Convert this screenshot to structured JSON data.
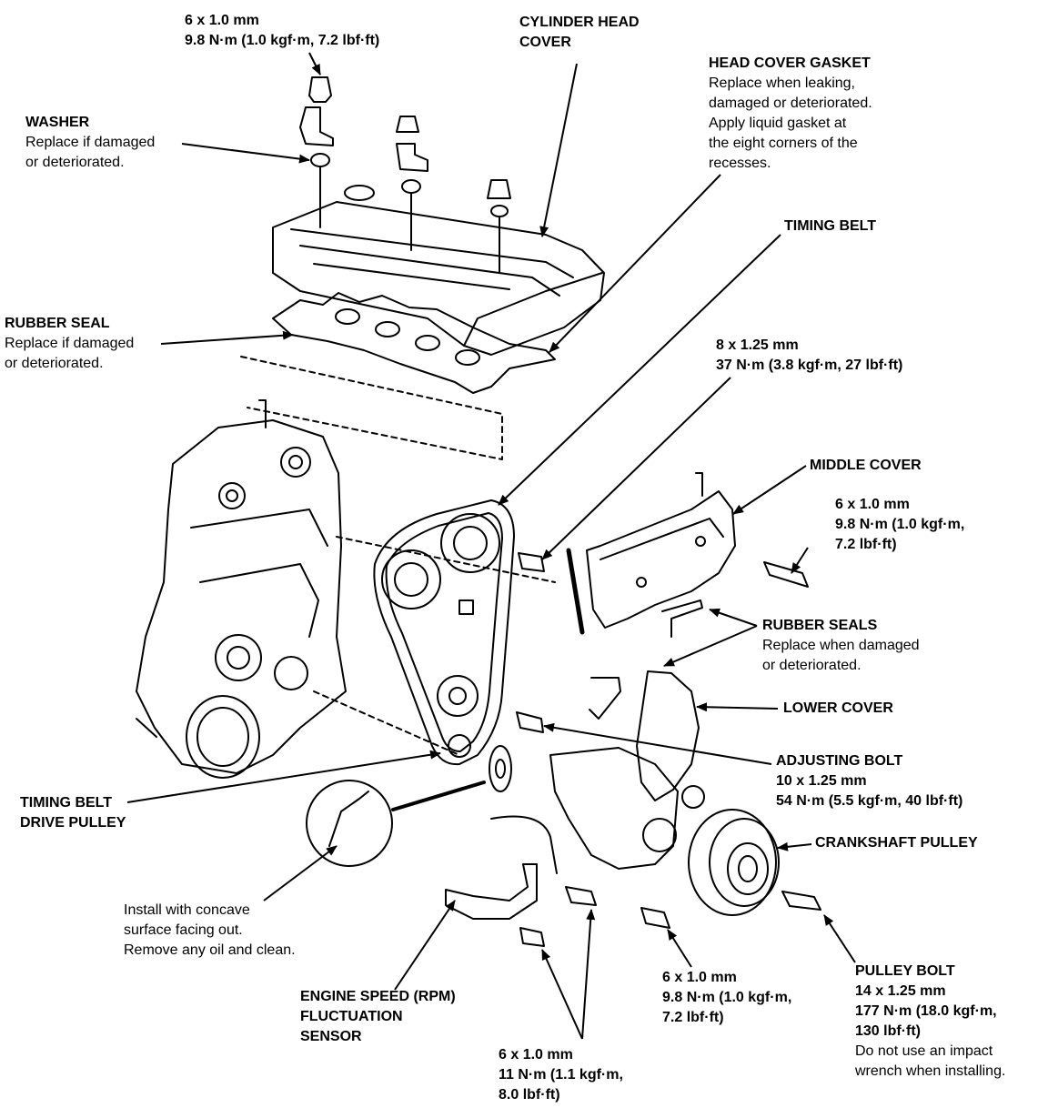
{
  "callouts": {
    "top_bolt": {
      "lines": [
        "6 x 1.0 mm",
        "9.8 N·m (1.0 kgf·m, 7.2 lbf·ft)"
      ]
    },
    "cylinder_head_cover": {
      "lines": [
        "CYLINDER HEAD",
        "COVER"
      ]
    },
    "head_cover_gasket": {
      "title": "HEAD COVER GASKET",
      "notes": [
        "Replace when leaking,",
        "damaged or deteriorated.",
        "Apply liquid gasket at",
        "the eight corners of the",
        "recesses."
      ]
    },
    "washer": {
      "title": "WASHER",
      "notes": [
        "Replace if damaged",
        "or deteriorated."
      ]
    },
    "timing_belt": {
      "title": "TIMING BELT"
    },
    "rubber_seal": {
      "title": "RUBBER SEAL",
      "notes": [
        "Replace if damaged",
        "or deteriorated."
      ]
    },
    "cam_bolt": {
      "lines": [
        "8 x 1.25 mm",
        "37 N·m (3.8 kgf·m, 27 lbf·ft)"
      ]
    },
    "middle_cover": {
      "title": "MIDDLE COVER"
    },
    "middle_bolt": {
      "lines": [
        "6 x 1.0 mm",
        "9.8 N·m (1.0 kgf·m,",
        "7.2 lbf·ft)"
      ]
    },
    "rubber_seals": {
      "title": "RUBBER SEALS",
      "notes": [
        "Replace when damaged",
        "or deteriorated."
      ]
    },
    "lower_cover": {
      "title": "LOWER COVER"
    },
    "adjusting_bolt": {
      "lines": [
        "ADJUSTING BOLT",
        "10 x 1.25 mm",
        "54 N·m (5.5 kgf·m, 40 lbf·ft)"
      ]
    },
    "drive_pulley": {
      "lines": [
        "TIMING BELT",
        "DRIVE PULLEY"
      ]
    },
    "crankshaft_pulley": {
      "title": "CRANKSHAFT PULLEY"
    },
    "install_note": {
      "notes": [
        "Install with concave",
        "surface facing out.",
        "Remove any oil and clean."
      ]
    },
    "rpm_sensor": {
      "lines": [
        "ENGINE SPEED (RPM)",
        "FLUCTUATION",
        "SENSOR"
      ]
    },
    "lower_bolt": {
      "lines": [
        "6 x 1.0 mm",
        "9.8 N·m (1.0 kgf·m,",
        "7.2 lbf·ft)"
      ]
    },
    "sensor_bolt": {
      "lines": [
        "6 x 1.0 mm",
        "11 N·m (1.1 kgf·m,",
        "8.0 lbf·ft)"
      ]
    },
    "pulley_bolt": {
      "title": "PULLEY BOLT",
      "specs": [
        "14 x 1.25 mm",
        "177 N·m (18.0 kgf·m,",
        "130 lbf·ft)"
      ],
      "notes": [
        "Do not use an impact",
        "wrench when installing."
      ]
    }
  }
}
